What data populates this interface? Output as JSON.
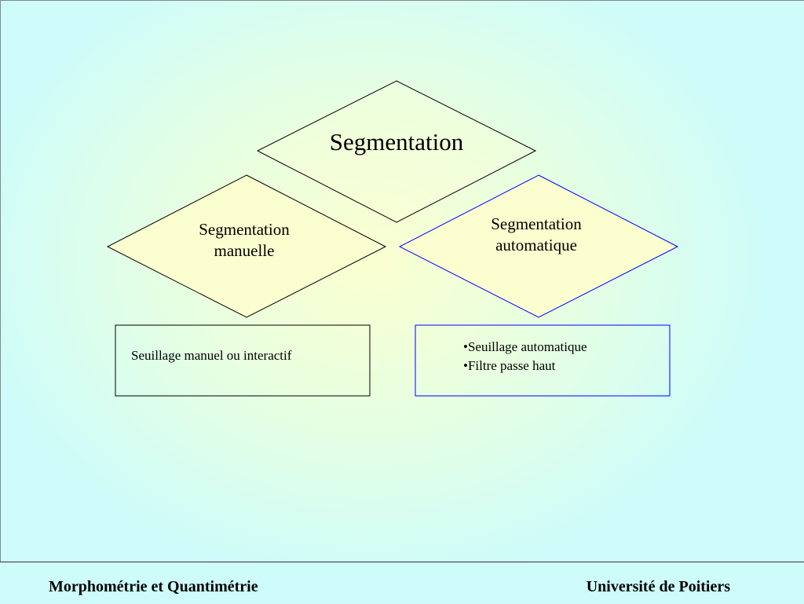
{
  "diagram": {
    "top_node": "Segmentation",
    "left_node": [
      "Segmentation",
      "manuelle"
    ],
    "right_node": [
      "Segmentation",
      "automatique"
    ],
    "left_box": [
      "Seuillage manuel ou interactif"
    ],
    "right_box": [
      "•Seuillage automatique",
      "•Filtre passe haut"
    ]
  },
  "colors": {
    "left_stroke": "#000000",
    "right_stroke": "#0000ff",
    "diamond_fill": "#fbffcf"
  },
  "footer": {
    "left": "Morphométrie et Quantimétrie",
    "right": "Université de Poitiers"
  }
}
